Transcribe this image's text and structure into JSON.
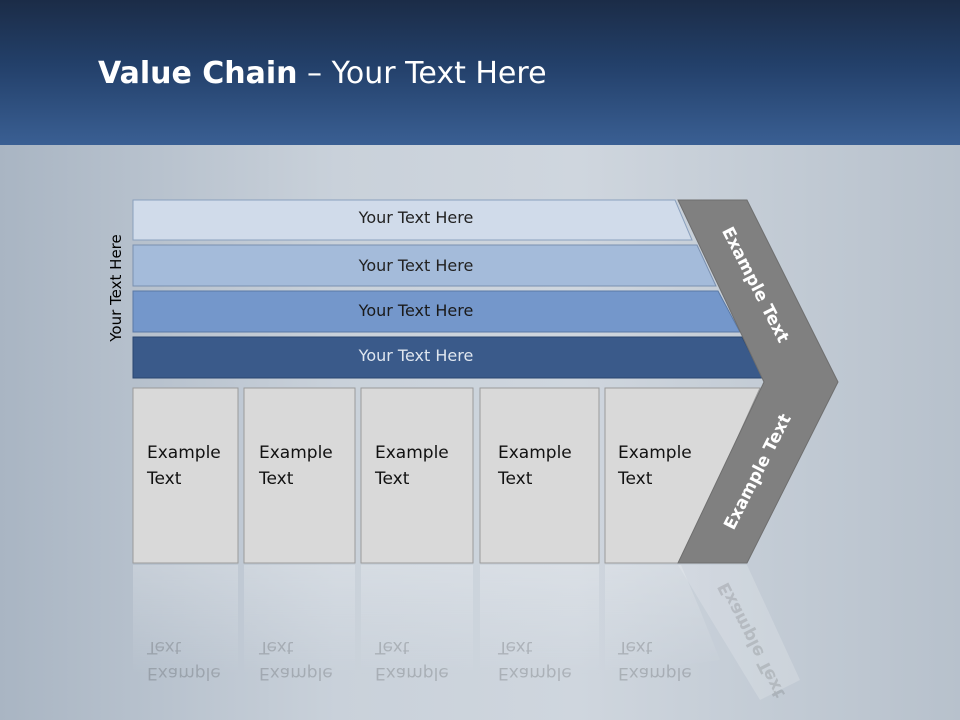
{
  "title": {
    "bold": "Value Chain",
    "rest": " – Your Text Here"
  },
  "side_label": "Your Text Here",
  "bands": [
    {
      "label": "Your Text Here",
      "color": "#d0dbea"
    },
    {
      "label": "Your Text Here",
      "color": "#a4bbda"
    },
    {
      "label": "Your Text Here",
      "color": "#7497cb"
    },
    {
      "label": "Your Text Here",
      "color": "#3a5a8a"
    }
  ],
  "activity_boxes": [
    {
      "label": "Example\nText"
    },
    {
      "label": "Example\nText"
    },
    {
      "label": "Example\nText"
    },
    {
      "label": "Example\nText"
    },
    {
      "label": "Example\nText"
    }
  ],
  "chevron": {
    "upper_label": "Example Text",
    "lower_label": "Example Text",
    "color": "#808080"
  }
}
